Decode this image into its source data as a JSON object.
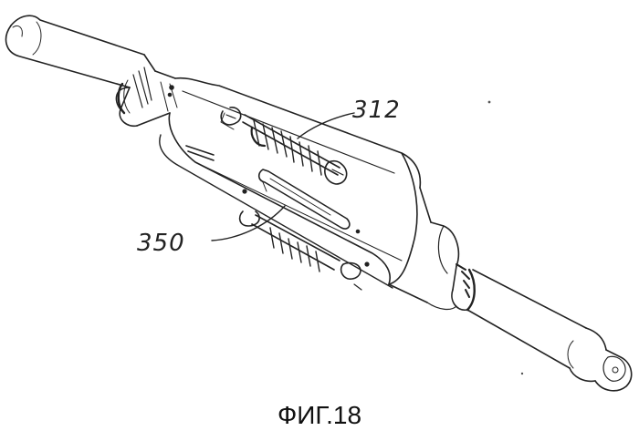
{
  "figure": {
    "caption": "ФИГ.18",
    "callouts": [
      {
        "id": "312",
        "label": "312",
        "part": "clamp-assembly"
      },
      {
        "id": "350",
        "label": "350",
        "part": "slot"
      }
    ]
  }
}
